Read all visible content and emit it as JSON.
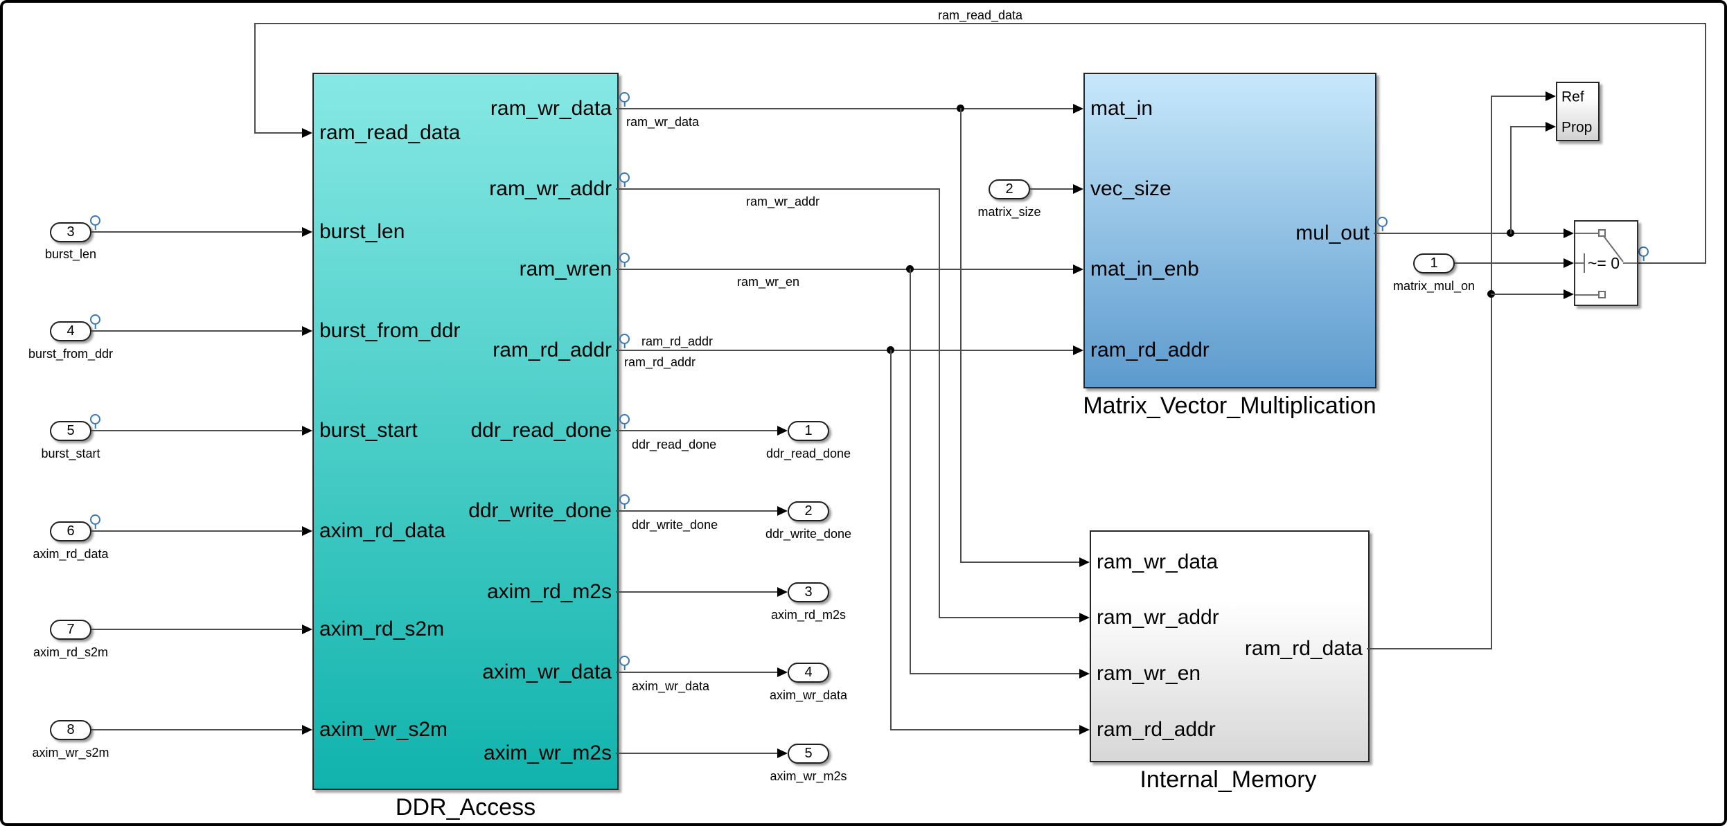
{
  "feedback": {
    "label": "ram_read_data"
  },
  "ddr": {
    "name": "DDR_Access",
    "inputs": [
      "ram_read_data",
      "burst_len",
      "burst_from_ddr",
      "burst_start",
      "axim_rd_data",
      "axim_rd_s2m",
      "axim_wr_s2m"
    ],
    "outputs": [
      "ram_wr_data",
      "ram_wr_addr",
      "ram_wren",
      "ram_rd_addr",
      "ddr_read_done",
      "ddr_write_done",
      "axim_rd_m2s",
      "axim_wr_data",
      "axim_wr_m2s"
    ]
  },
  "matrix": {
    "name": "Matrix_Vector_Multiplication",
    "inputs": [
      "mat_in",
      "vec_size",
      "mat_in_enb",
      "ram_rd_addr"
    ],
    "output": "mul_out"
  },
  "memory": {
    "name": "Internal_Memory",
    "inputs": [
      "ram_wr_data",
      "ram_wr_addr",
      "ram_wr_en",
      "ram_rd_addr"
    ],
    "output": "ram_rd_data"
  },
  "compare": {
    "inputs": [
      "Ref",
      "Prop"
    ]
  },
  "switch": {
    "criteria": "~= 0"
  },
  "inports": [
    {
      "number": "3",
      "label": "burst_len"
    },
    {
      "number": "4",
      "label": "burst_from_ddr"
    },
    {
      "number": "5",
      "label": "burst_start"
    },
    {
      "number": "6",
      "label": "axim_rd_data"
    },
    {
      "number": "7",
      "label": "axim_rd_s2m"
    },
    {
      "number": "8",
      "label": "axim_wr_s2m"
    },
    {
      "number": "2",
      "label": "matrix_size"
    },
    {
      "number": "1",
      "label": "matrix_mul_on"
    }
  ],
  "outports": [
    {
      "number": "1",
      "label": "ddr_read_done"
    },
    {
      "number": "2",
      "label": "ddr_write_done"
    },
    {
      "number": "3",
      "label": "axim_rd_m2s"
    },
    {
      "number": "4",
      "label": "axim_wr_data"
    },
    {
      "number": "5",
      "label": "axim_wr_m2s"
    }
  ],
  "wire_labels": {
    "ram_wr_data": "ram_wr_data",
    "ram_wr_addr": "ram_wr_addr",
    "ram_wr_en": "ram_wr_en",
    "ram_rd_addr_above": "ram_rd_addr",
    "ram_rd_addr_below": "ram_rd_addr",
    "ddr_read_done": "ddr_read_done",
    "ddr_write_done": "ddr_write_done",
    "axim_wr_data": "axim_wr_data"
  },
  "colors": {
    "ddr_top": "#87E8E4",
    "ddr_bottom": "#10B3AC",
    "matrix_top": "#C7E8FB",
    "matrix_bottom": "#5C9ACD",
    "memory_top": "#FFFFFF",
    "memory_bottom": "#D7D7D7",
    "pin": "#3778B5",
    "wire": "#4D4D4D"
  }
}
